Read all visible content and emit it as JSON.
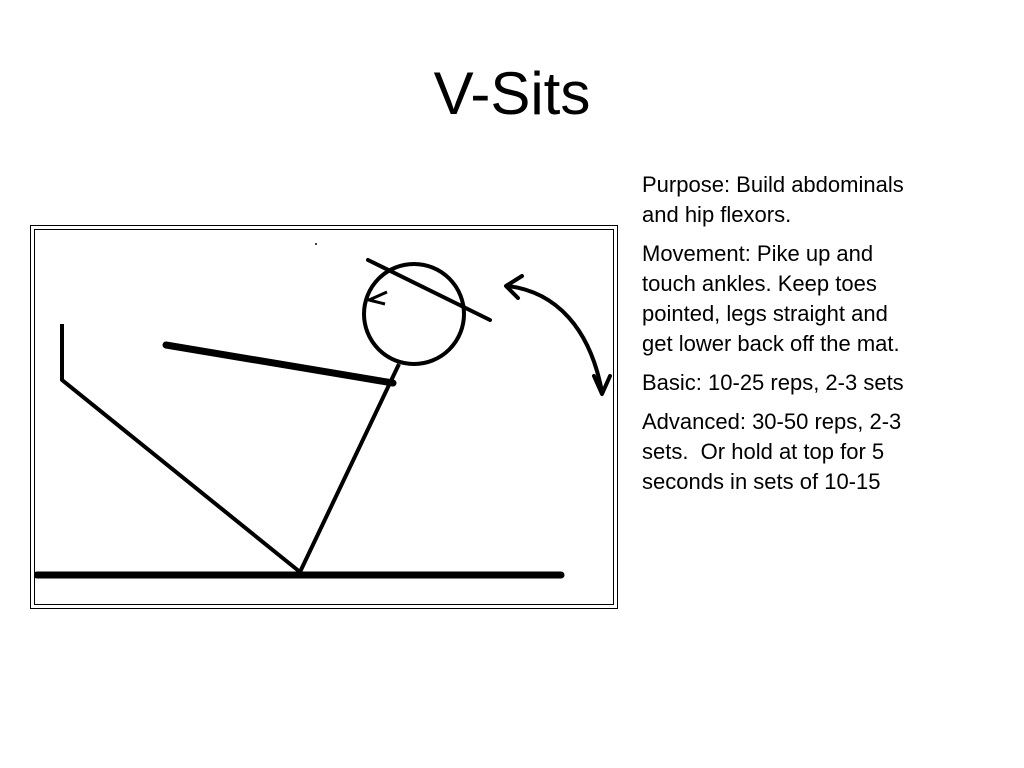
{
  "slide": {
    "title": "V-Sits"
  },
  "figure": {
    "illustration": "stick-figure-v-sit",
    "frame_style": "double-border",
    "stroke_color": "#000000"
  },
  "description": {
    "purpose": "Purpose: Build abdominals and hip flexors.",
    "movement": "Movement: Pike up and touch ankles. Keep toes pointed, legs straight and get lower back off the mat.",
    "basic": "Basic: 10-25 reps, 2-3 sets",
    "advanced": "Advanced: 30-50 reps, 2-3 sets.  Or hold at top for 5 seconds in sets of 10-15"
  },
  "icons": {
    "motion_arrow": "curved-double-arrow-icon"
  }
}
